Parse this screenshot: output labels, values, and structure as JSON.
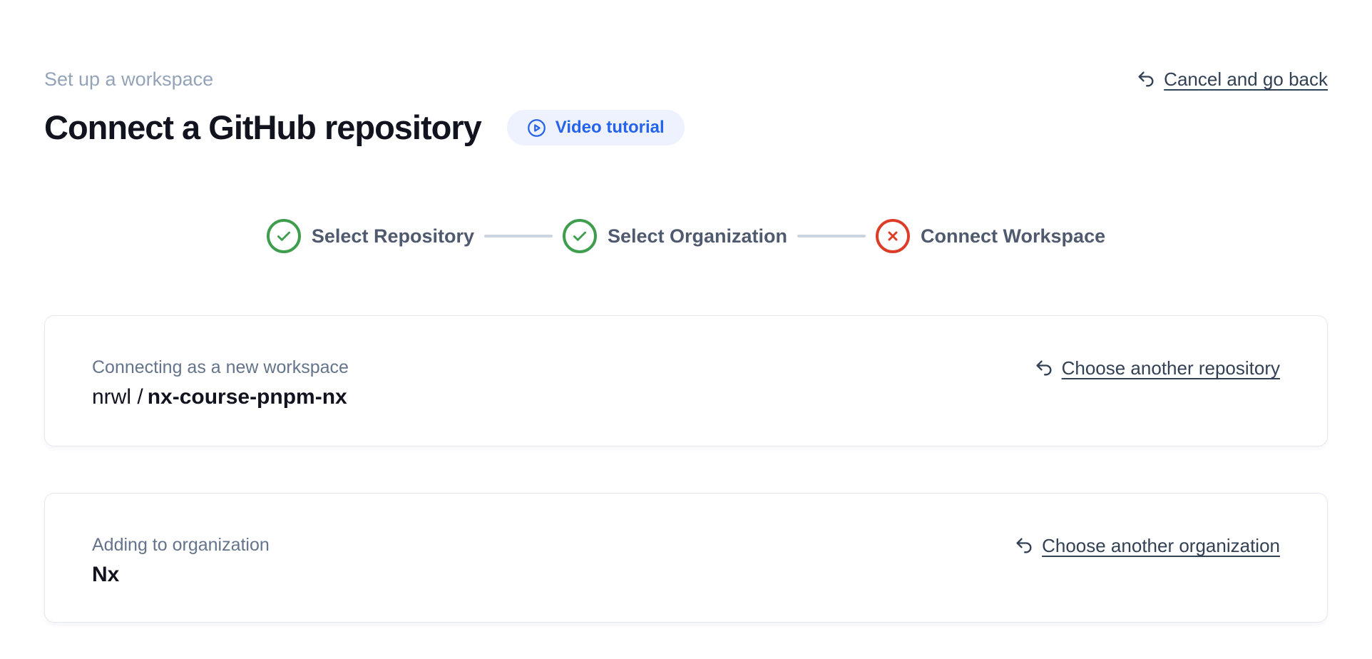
{
  "header": {
    "eyebrow": "Set up a workspace",
    "title": "Connect a GitHub repository",
    "video_button": {
      "label": "Video tutorial",
      "icon": "play-circle-icon"
    },
    "cancel_link": {
      "label": "Cancel and go back",
      "icon": "undo-icon"
    }
  },
  "stepper": {
    "steps": [
      {
        "label": "Select Repository",
        "status": "complete",
        "icon": "check-circle-icon"
      },
      {
        "label": "Select Organization",
        "status": "complete",
        "icon": "check-circle-icon"
      },
      {
        "label": "Connect Workspace",
        "status": "error",
        "icon": "x-circle-icon"
      }
    ]
  },
  "cards": [
    {
      "label": "Connecting as a new workspace",
      "value_prefix": "nrwl /",
      "value": "nx-course-pnpm-nx",
      "action": "Choose another repository",
      "action_icon": "undo-icon"
    },
    {
      "label": "Adding to organization",
      "value": "Nx",
      "action": "Choose another organization",
      "action_icon": "undo-icon"
    }
  ],
  "colors": {
    "green": "#3f9e4e",
    "red": "#dc3d28",
    "blue": "#2563eb",
    "blue-bg": "#edf2fe",
    "ink": "#11141f",
    "slate": "#505a6e",
    "muted": "#94a3b8",
    "label": "#64748b",
    "link": "#334155",
    "line": "#cbd5e1",
    "card-border": "#e5e7ef"
  }
}
